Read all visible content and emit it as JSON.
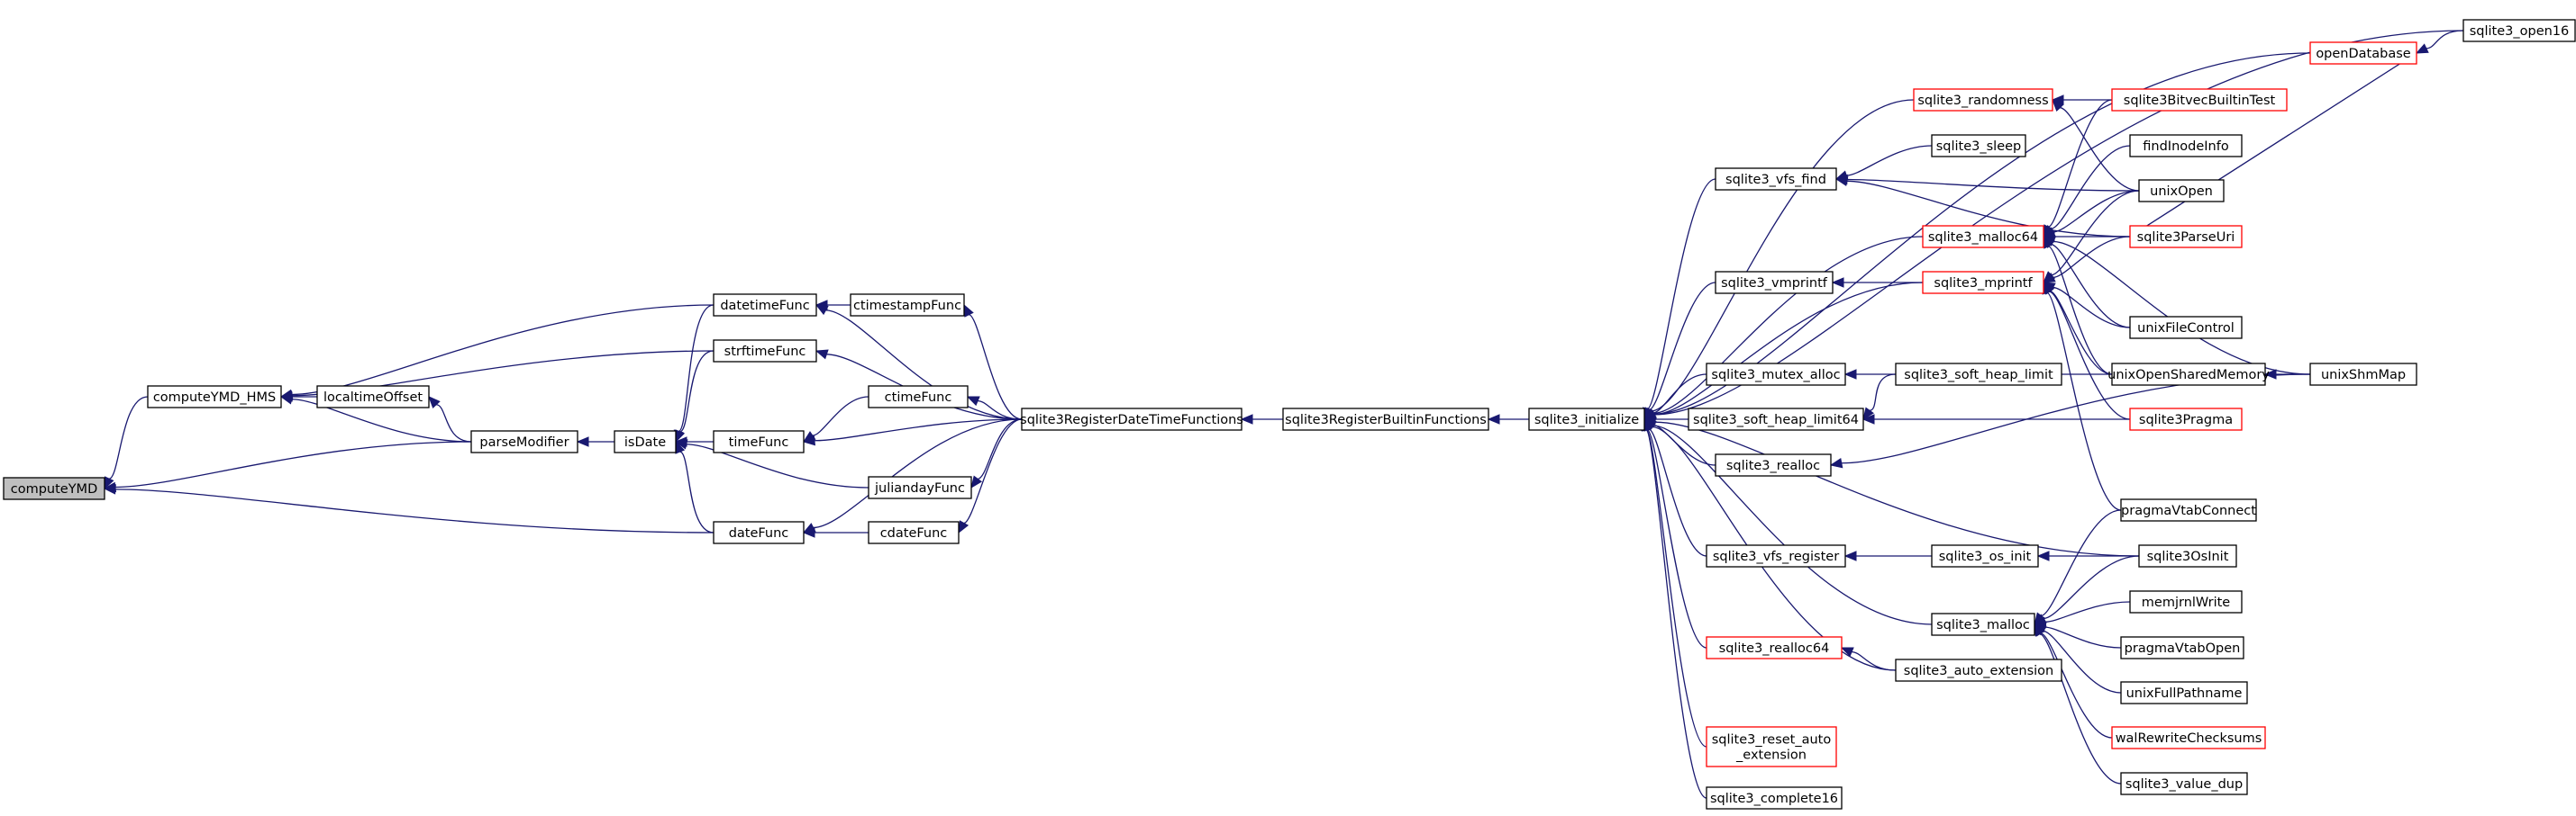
{
  "nodes": [
    {
      "id": "computeYMD",
      "label": "computeYMD",
      "style": "focus"
    },
    {
      "id": "computeYMD_HMS",
      "label": "computeYMD_HMS"
    },
    {
      "id": "localtimeOffset",
      "label": "localtimeOffset"
    },
    {
      "id": "parseModifier",
      "label": "parseModifier"
    },
    {
      "id": "isDate",
      "label": "isDate"
    },
    {
      "id": "datetimeFunc",
      "label": "datetimeFunc"
    },
    {
      "id": "strftimeFunc",
      "label": "strftimeFunc"
    },
    {
      "id": "timeFunc",
      "label": "timeFunc"
    },
    {
      "id": "juliandayFunc",
      "label": "juliandayFunc"
    },
    {
      "id": "dateFunc",
      "label": "dateFunc"
    },
    {
      "id": "ctimestampFunc",
      "label": "ctimestampFunc"
    },
    {
      "id": "ctimeFunc",
      "label": "ctimeFunc"
    },
    {
      "id": "cdateFunc",
      "label": "cdateFunc"
    },
    {
      "id": "sqlite3RegisterDateTimeFunctions",
      "label": "sqlite3RegisterDateTimeFunctions"
    },
    {
      "id": "sqlite3RegisterBuiltinFunctions",
      "label": "sqlite3RegisterBuiltinFunctions"
    },
    {
      "id": "sqlite3_initialize",
      "label": "sqlite3_initialize"
    },
    {
      "id": "sqlite3_vfs_find",
      "label": "sqlite3_vfs_find"
    },
    {
      "id": "sqlite3_randomness",
      "label": "sqlite3_randomness",
      "style": "red"
    },
    {
      "id": "sqlite3_malloc64",
      "label": "sqlite3_malloc64",
      "style": "red"
    },
    {
      "id": "sqlite3_vmprintf",
      "label": "sqlite3_vmprintf"
    },
    {
      "id": "sqlite3_mprintf",
      "label": "sqlite3_mprintf",
      "style": "red"
    },
    {
      "id": "sqlite3_mutex_alloc",
      "label": "sqlite3_mutex_alloc"
    },
    {
      "id": "sqlite3_soft_heap_limit64",
      "label": "sqlite3_soft_heap_limit64"
    },
    {
      "id": "sqlite3_realloc",
      "label": "sqlite3_realloc"
    },
    {
      "id": "sqlite3_vfs_register",
      "label": "sqlite3_vfs_register"
    },
    {
      "id": "sqlite3_malloc",
      "label": "sqlite3_malloc"
    },
    {
      "id": "sqlite3_realloc64",
      "label": "sqlite3_realloc64",
      "style": "red"
    },
    {
      "id": "sqlite3_reset_auto_extension",
      "label": "sqlite3_reset_auto\n_extension",
      "style": "red"
    },
    {
      "id": "sqlite3_complete16",
      "label": "sqlite3_complete16"
    },
    {
      "id": "sqlite3_sleep",
      "label": "sqlite3_sleep"
    },
    {
      "id": "sqlite3_soft_heap_limit",
      "label": "sqlite3_soft_heap_limit"
    },
    {
      "id": "sqlite3_os_init",
      "label": "sqlite3_os_init"
    },
    {
      "id": "sqlite3_auto_extension",
      "label": "sqlite3_auto_extension"
    },
    {
      "id": "openDatabase",
      "label": "openDatabase",
      "style": "red"
    },
    {
      "id": "sqlite3BitvecBuiltinTest",
      "label": "sqlite3BitvecBuiltinTest",
      "style": "red"
    },
    {
      "id": "findInodeInfo",
      "label": "findInodeInfo"
    },
    {
      "id": "unixOpen",
      "label": "unixOpen"
    },
    {
      "id": "sqlite3ParseUri",
      "label": "sqlite3ParseUri",
      "style": "red"
    },
    {
      "id": "unixFileControl",
      "label": "unixFileControl"
    },
    {
      "id": "unixOpenSharedMemory",
      "label": "unixOpenSharedMemory"
    },
    {
      "id": "sqlite3Pragma",
      "label": "sqlite3Pragma",
      "style": "red"
    },
    {
      "id": "pragmaVtabConnect",
      "label": "pragmaVtabConnect"
    },
    {
      "id": "sqlite3OsInit",
      "label": "sqlite3OsInit"
    },
    {
      "id": "memjrnlWrite",
      "label": "memjrnlWrite"
    },
    {
      "id": "pragmaVtabOpen",
      "label": "pragmaVtabOpen"
    },
    {
      "id": "unixFullPathname",
      "label": "unixFullPathname"
    },
    {
      "id": "walRewriteChecksums",
      "label": "walRewriteChecksums",
      "style": "red"
    },
    {
      "id": "sqlite3_value_dup",
      "label": "sqlite3_value_dup"
    },
    {
      "id": "sqlite3_open16",
      "label": "sqlite3_open16"
    },
    {
      "id": "unixShmMap",
      "label": "unixShmMap"
    }
  ],
  "edges": [
    [
      "computeYMD_HMS",
      "computeYMD"
    ],
    [
      "parseModifier",
      "computeYMD"
    ],
    [
      "dateFunc",
      "computeYMD"
    ],
    [
      "localtimeOffset",
      "computeYMD_HMS"
    ],
    [
      "parseModifier",
      "computeYMD_HMS"
    ],
    [
      "datetimeFunc",
      "computeYMD_HMS"
    ],
    [
      "strftimeFunc",
      "computeYMD_HMS"
    ],
    [
      "parseModifier",
      "localtimeOffset"
    ],
    [
      "isDate",
      "parseModifier"
    ],
    [
      "datetimeFunc",
      "isDate"
    ],
    [
      "strftimeFunc",
      "isDate"
    ],
    [
      "timeFunc",
      "isDate"
    ],
    [
      "juliandayFunc",
      "isDate"
    ],
    [
      "dateFunc",
      "isDate"
    ],
    [
      "ctimestampFunc",
      "datetimeFunc"
    ],
    [
      "sqlite3RegisterDateTimeFunctions",
      "datetimeFunc"
    ],
    [
      "sqlite3RegisterDateTimeFunctions",
      "strftimeFunc"
    ],
    [
      "ctimeFunc",
      "timeFunc"
    ],
    [
      "sqlite3RegisterDateTimeFunctions",
      "timeFunc"
    ],
    [
      "sqlite3RegisterDateTimeFunctions",
      "juliandayFunc"
    ],
    [
      "cdateFunc",
      "dateFunc"
    ],
    [
      "sqlite3RegisterDateTimeFunctions",
      "dateFunc"
    ],
    [
      "sqlite3RegisterDateTimeFunctions",
      "ctimestampFunc"
    ],
    [
      "sqlite3RegisterDateTimeFunctions",
      "ctimeFunc"
    ],
    [
      "sqlite3RegisterDateTimeFunctions",
      "cdateFunc"
    ],
    [
      "sqlite3RegisterBuiltinFunctions",
      "sqlite3RegisterDateTimeFunctions"
    ],
    [
      "sqlite3_initialize",
      "sqlite3RegisterBuiltinFunctions"
    ],
    [
      "sqlite3_open16",
      "sqlite3_initialize"
    ],
    [
      "openDatabase",
      "sqlite3_initialize"
    ],
    [
      "sqlite3_randomness",
      "sqlite3_initialize"
    ],
    [
      "sqlite3_vfs_find",
      "sqlite3_initialize"
    ],
    [
      "sqlite3_malloc64",
      "sqlite3_initialize"
    ],
    [
      "sqlite3_vmprintf",
      "sqlite3_initialize"
    ],
    [
      "sqlite3_mprintf",
      "sqlite3_initialize"
    ],
    [
      "sqlite3_mutex_alloc",
      "sqlite3_initialize"
    ],
    [
      "sqlite3_soft_heap_limit64",
      "sqlite3_initialize"
    ],
    [
      "sqlite3_realloc",
      "sqlite3_initialize"
    ],
    [
      "sqlite3OsInit",
      "sqlite3_initialize"
    ],
    [
      "sqlite3_vfs_register",
      "sqlite3_initialize"
    ],
    [
      "sqlite3_malloc",
      "sqlite3_initialize"
    ],
    [
      "sqlite3_realloc64",
      "sqlite3_initialize"
    ],
    [
      "sqlite3_auto_extension",
      "sqlite3_initialize"
    ],
    [
      "sqlite3_reset_auto_extension",
      "sqlite3_initialize"
    ],
    [
      "sqlite3_complete16",
      "sqlite3_initialize"
    ],
    [
      "sqlite3_sleep",
      "sqlite3_vfs_find"
    ],
    [
      "unixOpen",
      "sqlite3_vfs_find"
    ],
    [
      "sqlite3ParseUri",
      "sqlite3_vfs_find"
    ],
    [
      "sqlite3BitvecBuiltinTest",
      "sqlite3_randomness"
    ],
    [
      "unixOpen",
      "sqlite3_randomness"
    ],
    [
      "sqlite3BitvecBuiltinTest",
      "sqlite3_malloc64"
    ],
    [
      "findInodeInfo",
      "sqlite3_malloc64"
    ],
    [
      "unixOpen",
      "sqlite3_malloc64"
    ],
    [
      "sqlite3ParseUri",
      "sqlite3_malloc64"
    ],
    [
      "unixFileControl",
      "sqlite3_malloc64"
    ],
    [
      "unixOpenSharedMemory",
      "sqlite3_malloc64"
    ],
    [
      "unixShmMap",
      "sqlite3_malloc64"
    ],
    [
      "sqlite3_mprintf",
      "sqlite3_vmprintf"
    ],
    [
      "unixOpen",
      "sqlite3_mprintf"
    ],
    [
      "sqlite3ParseUri",
      "sqlite3_mprintf"
    ],
    [
      "unixFileControl",
      "sqlite3_mprintf"
    ],
    [
      "unixOpenSharedMemory",
      "sqlite3_mprintf"
    ],
    [
      "sqlite3Pragma",
      "sqlite3_mprintf"
    ],
    [
      "pragmaVtabConnect",
      "sqlite3_mprintf"
    ],
    [
      "unixOpenSharedMemory",
      "sqlite3_mutex_alloc"
    ],
    [
      "sqlite3_soft_heap_limit",
      "sqlite3_soft_heap_limit64"
    ],
    [
      "sqlite3Pragma",
      "sqlite3_soft_heap_limit64"
    ],
    [
      "unixShmMap",
      "sqlite3_realloc"
    ],
    [
      "sqlite3_os_init",
      "sqlite3_vfs_register"
    ],
    [
      "sqlite3OsInit",
      "sqlite3_os_init"
    ],
    [
      "sqlite3OsInit",
      "sqlite3_malloc"
    ],
    [
      "pragmaVtabConnect",
      "sqlite3_malloc"
    ],
    [
      "memjrnlWrite",
      "sqlite3_malloc"
    ],
    [
      "pragmaVtabOpen",
      "sqlite3_malloc"
    ],
    [
      "unixFullPathname",
      "sqlite3_malloc"
    ],
    [
      "walRewriteChecksums",
      "sqlite3_malloc"
    ],
    [
      "sqlite3_value_dup",
      "sqlite3_malloc"
    ],
    [
      "sqlite3_auto_extension",
      "sqlite3_realloc64"
    ],
    [
      "sqlite3_open16",
      "openDatabase"
    ],
    [
      "sqlite3ParseUri",
      "openDatabase"
    ],
    [
      "unixShmMap",
      "unixOpenSharedMemory"
    ]
  ]
}
